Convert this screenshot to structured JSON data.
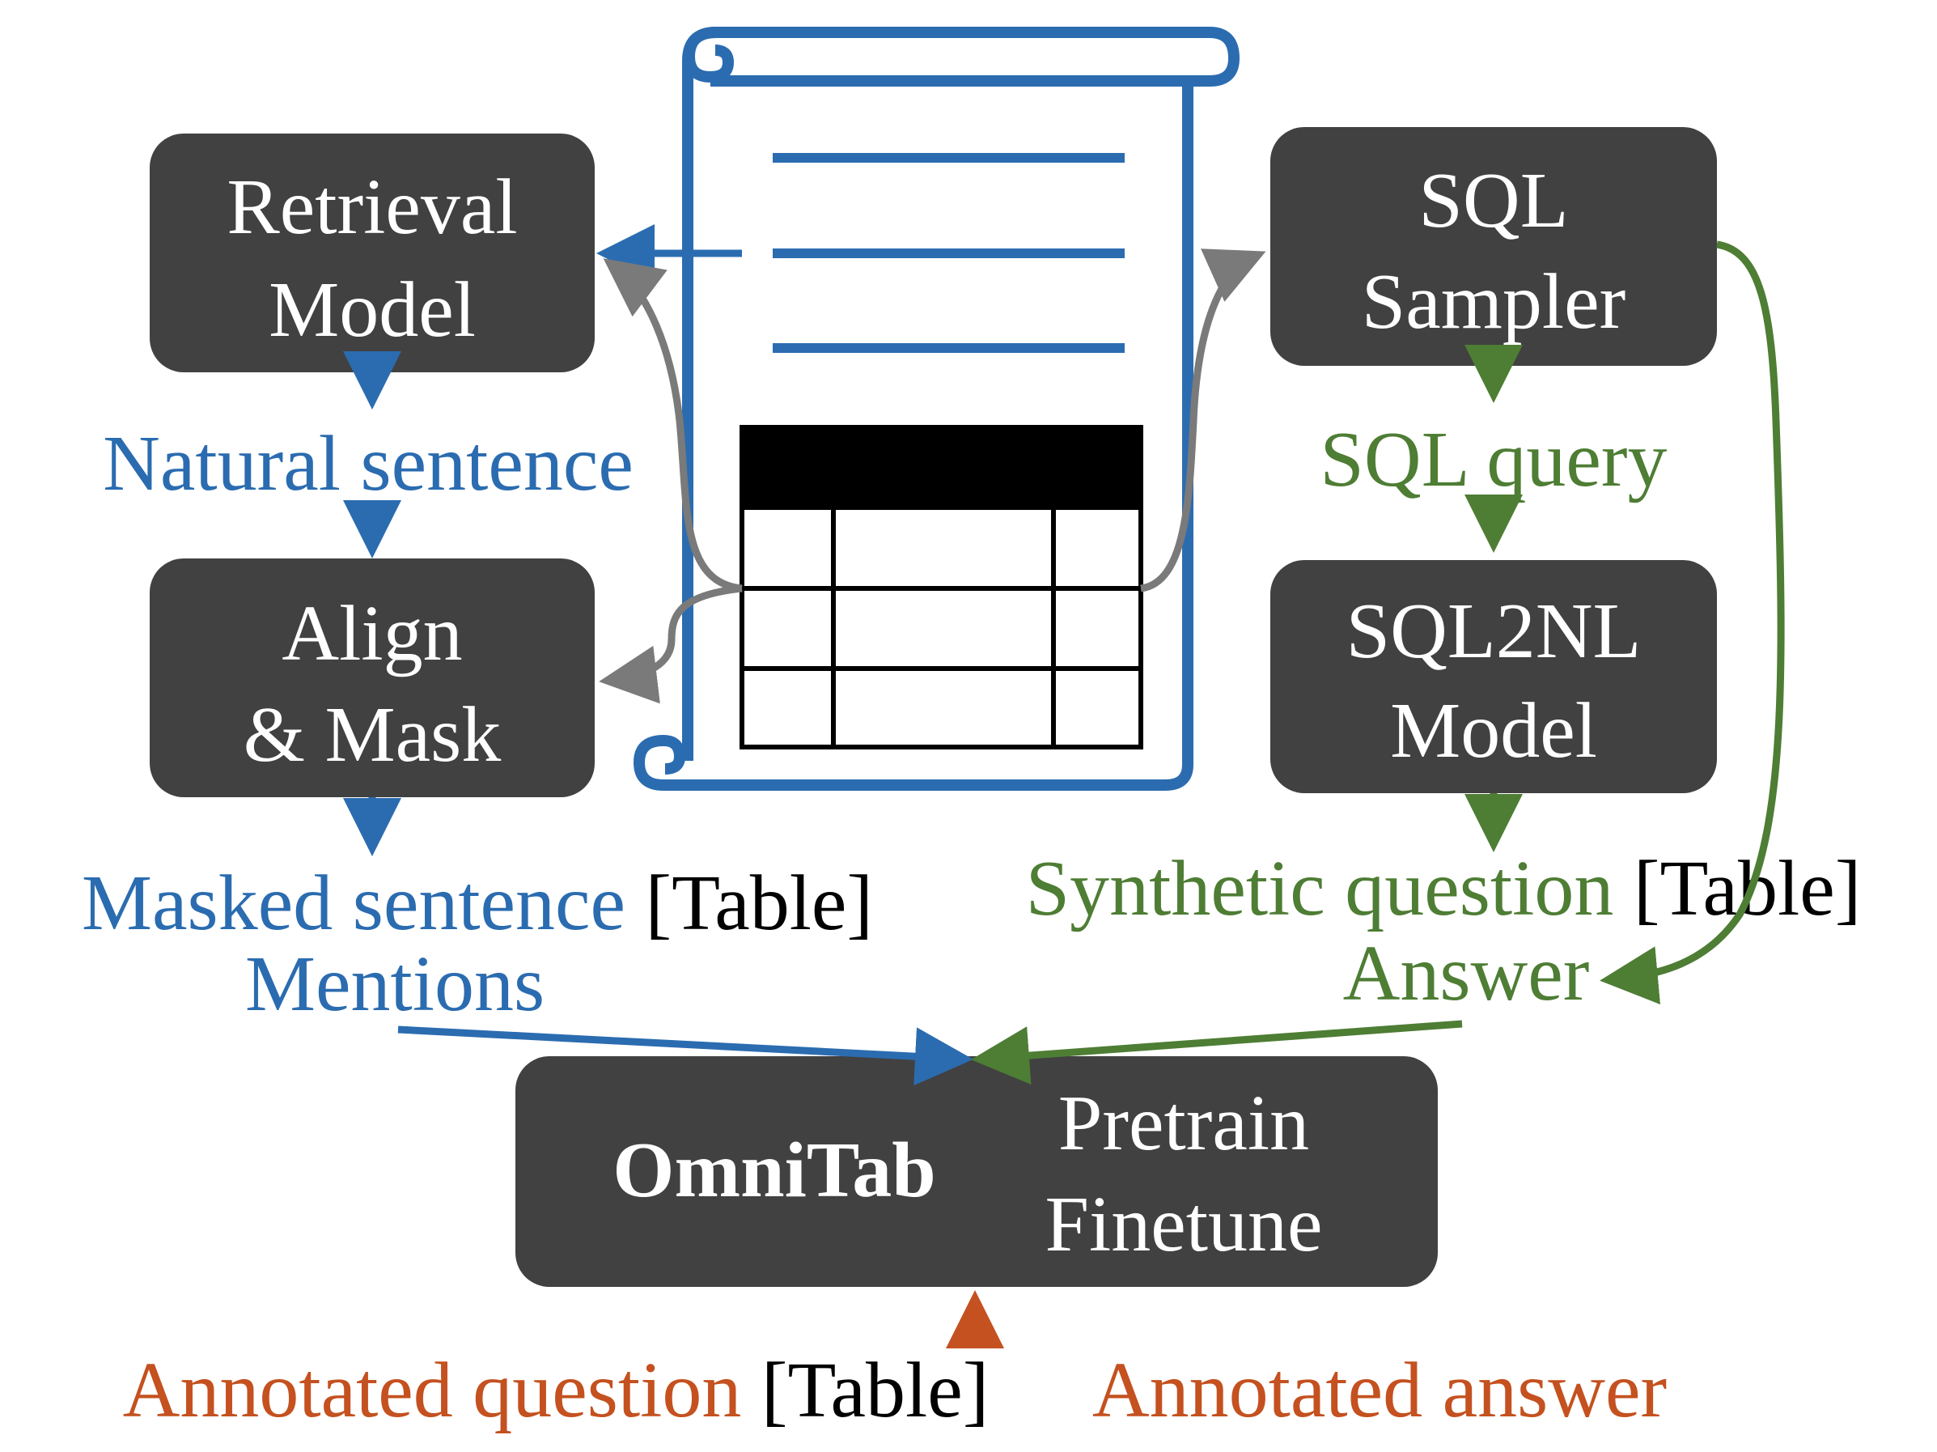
{
  "colors": {
    "box_fill": "#414141",
    "blue": "#2b6cb0",
    "green": "#4e7d34",
    "orange": "#c4511f",
    "gray": "#7a7a7a",
    "black": "#000000"
  },
  "boxes": {
    "retrieval": {
      "line1": "Retrieval",
      "line2": "Model"
    },
    "align": {
      "line1": "Align",
      "line2": "& Mask"
    },
    "sql_sampler": {
      "line1": "SQL",
      "line2": "Sampler"
    },
    "sql2nl": {
      "line1": "SQL2NL",
      "line2": "Model"
    },
    "omnitab": {
      "name": "OmniTab",
      "line1": "Pretrain",
      "line2": "Finetune"
    }
  },
  "labels": {
    "natural_sentence": "Natural sentence",
    "masked_sentence": "Masked sentence",
    "table_left": "[Table]",
    "mentions": "Mentions",
    "sql_query": "SQL query",
    "synthetic_question": "Synthetic question",
    "table_right": "[Table]",
    "answer": "Answer",
    "annotated_question": "Annotated question",
    "table_bottom": "[Table]",
    "annotated_answer": "Annotated answer"
  },
  "icons": {
    "document": "scroll-document-icon",
    "table": "table-icon"
  }
}
